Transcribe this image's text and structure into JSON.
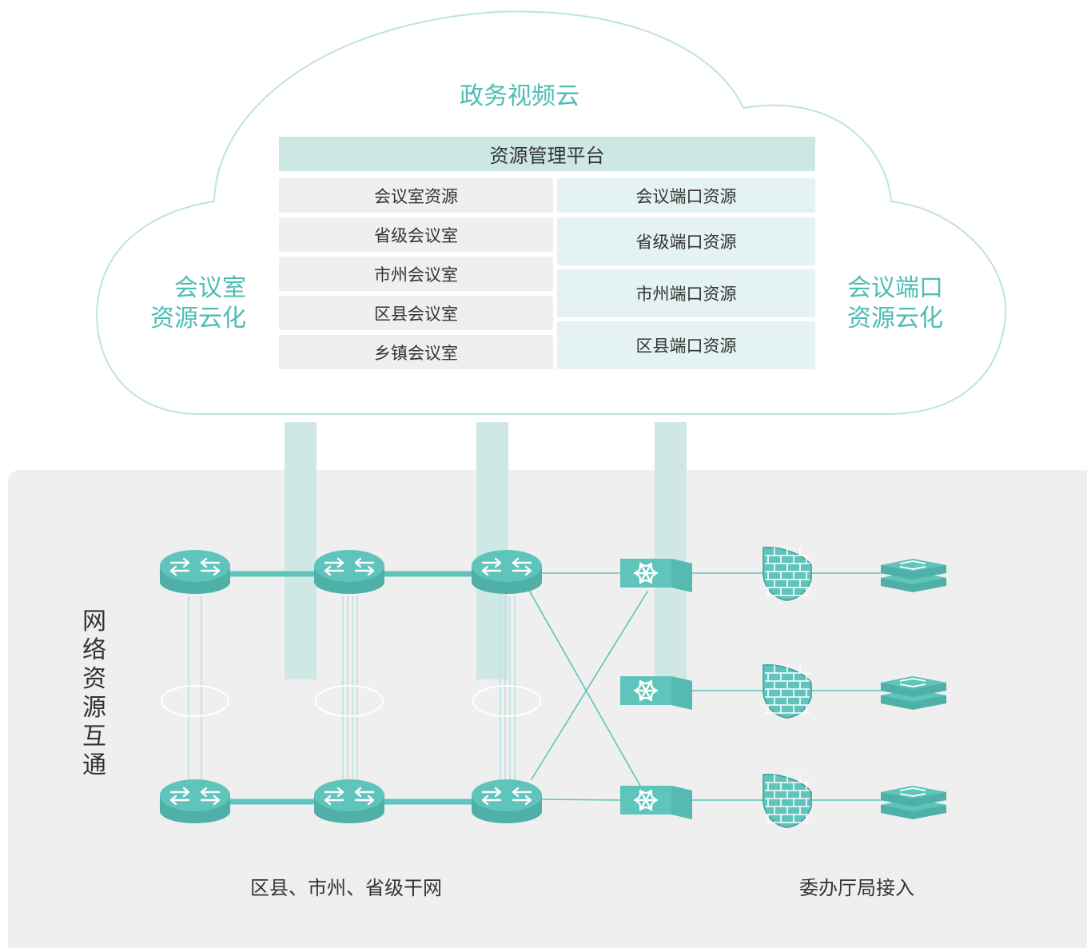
{
  "cloud": {
    "title": "政务视频云",
    "left_label": [
      "会议室",
      "资源云化"
    ],
    "right_label": [
      "会议端口",
      "资源云化"
    ]
  },
  "platform": {
    "title": "资源管理平台",
    "left_items": [
      "会议室资源",
      "省级会议室",
      "市州会议室",
      "区县会议室",
      "乡镇会议室"
    ],
    "right_items": [
      "会议端口资源",
      "省级端口资源",
      "市州端口资源",
      "区县端口资源"
    ]
  },
  "network": {
    "side_label": [
      "网",
      "络",
      "资",
      "源",
      "互",
      "通"
    ],
    "backbone_caption": "区县、市州、省级干网",
    "access_caption": "委办厅局接入"
  },
  "colors": {
    "accent": "#5fc4bb",
    "accent_text": "#4dbdb3",
    "pillar": "#cde7e4",
    "panel": "#efefef"
  }
}
